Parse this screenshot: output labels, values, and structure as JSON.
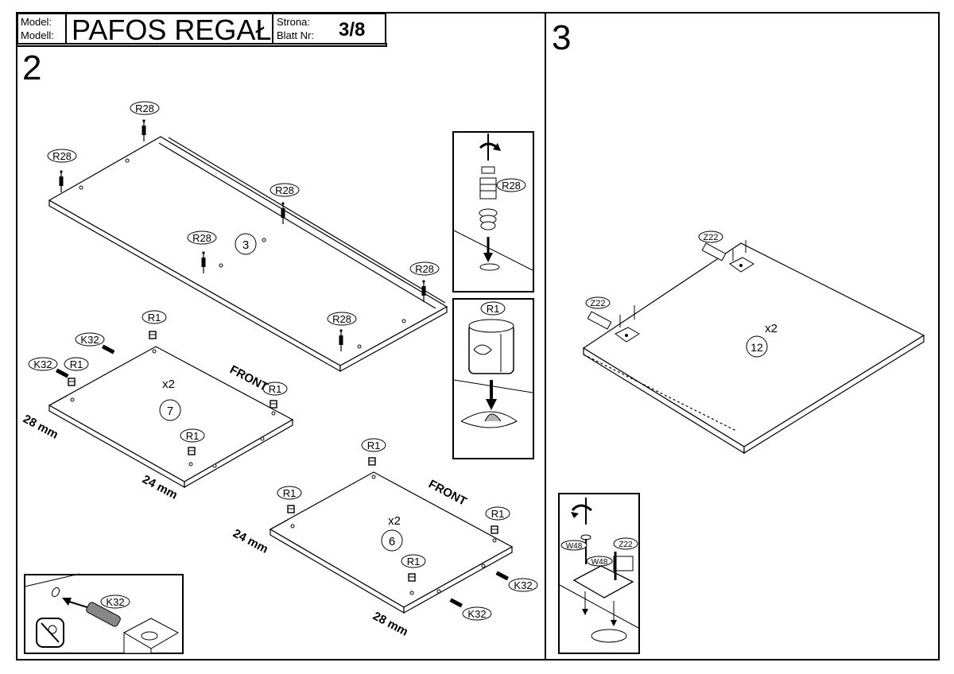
{
  "header": {
    "model_label_pl": "Model:",
    "model_label_de": "Modell:",
    "title": "PAFOS REGAŁ",
    "page_label_pl": "Strona:",
    "page_label_de": "Blatt Nr:",
    "page": "3/8"
  },
  "steps": [
    {
      "number": "2",
      "parts": [
        {
          "id": "3",
          "qty": ""
        },
        {
          "id": "7",
          "qty": "x2"
        },
        {
          "id": "6",
          "qty": "x2"
        }
      ],
      "hardware": [
        "R28",
        "R1",
        "K32"
      ],
      "labels": {
        "front": "FRONT",
        "dim_28": "28 mm",
        "dim_24": "24 mm"
      }
    },
    {
      "number": "3",
      "parts": [
        {
          "id": "12",
          "qty": "x2"
        }
      ],
      "hardware": [
        "Z22",
        "W48"
      ]
    }
  ],
  "colors": {
    "ink": "#000000",
    "paper": "#ffffff",
    "shade": "#b5b5b5"
  }
}
